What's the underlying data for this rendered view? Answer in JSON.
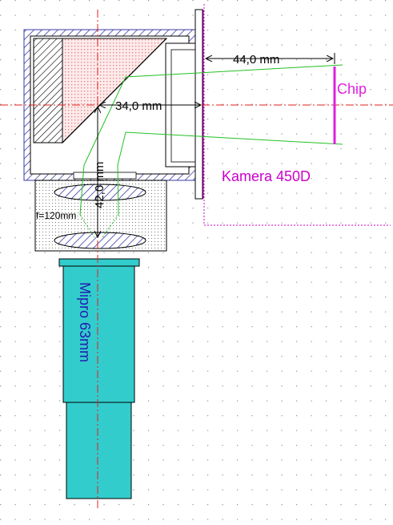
{
  "labels": {
    "chip": "Chip",
    "camera": "Kamera 450D",
    "dim_44": "44,0  mm",
    "dim_34": "34,0  mm",
    "dim_42": "42,0  mm",
    "focal": "f=120mm",
    "mipro": "Mipro 63mm"
  },
  "colors": {
    "frame_blue": "#3a3aa6",
    "hatch_fill": "#c8c8e6",
    "prism_fill": "#f4b8b8",
    "chip_magenta": "#e020e0",
    "camera_magenta": "#cc00cc",
    "ray_green": "#22c022",
    "axis_red": "#e02020",
    "tube_cyan": "#33cccc",
    "label_blue": "#2020b0",
    "dim_black": "#000000",
    "grid_dot": "#909090"
  }
}
